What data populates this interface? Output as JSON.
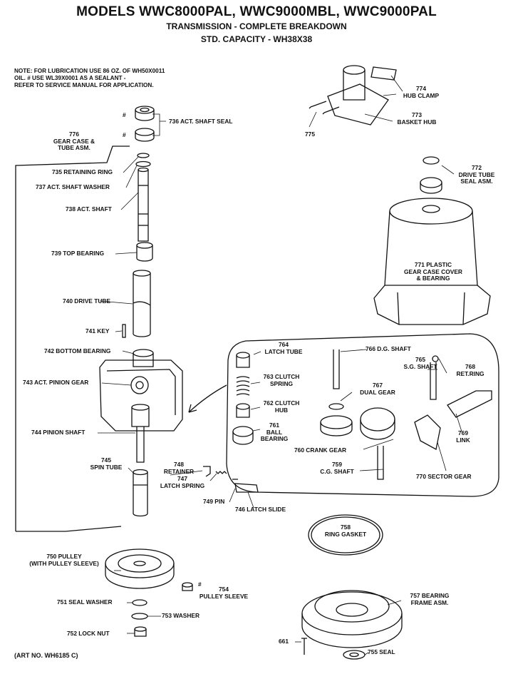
{
  "header": {
    "title": "MODELS WWC8000PAL, WWC9000MBL, WWC9000PAL",
    "subtitle": "TRANSMISSION - COMPLETE BREAKDOWN",
    "capacity": "STD. CAPACITY - WH38X38"
  },
  "note": {
    "line1": "NOTE: FOR LUBRICATION USE 86 OZ. OF WH50X0011",
    "line2": "OIL. # USE WL39X0001 AS A SEALANT -",
    "line3": "REFER TO SERVICE MANUAL FOR APPLICATION."
  },
  "hash_mark": "#",
  "parts": {
    "p736": "736 ACT. SHAFT SEAL",
    "p776a": "776",
    "p776b": "GEAR CASE &",
    "p776c": "TUBE ASM.",
    "p735": "735 RETAINING RING",
    "p737": "737  ACT. SHAFT WASHER",
    "p738": "738 ACT. SHAFT",
    "p739": "739 TOP BEARING",
    "p740": "740 DRIVE TUBE",
    "p741": "741 KEY",
    "p742": "742 BOTTOM BEARING",
    "p743": "743 ACT. PINION GEAR",
    "p744": "744 PINION SHAFT",
    "p745a": "745",
    "p745b": "SPIN TUBE",
    "p746": "746 LATCH SLIDE",
    "p747a": "747",
    "p747b": "LATCH SPRING",
    "p748a": "748",
    "p748b": "RETAINER",
    "p749": "749 PIN",
    "p750a": "750 PULLEY",
    "p750b": "(WITH PULLEY SLEEVE)",
    "p751": "751 SEAL WASHER",
    "p752": "752 LOCK NUT",
    "p753": "753 WASHER",
    "p754a": "754",
    "p754b": "PULLEY SLEEVE",
    "p774a": "774",
    "p774b": "HUB CLAMP",
    "p773a": "773",
    "p773b": "BASKET HUB",
    "p775": "775",
    "p772a": "772",
    "p772b": "DRIVE TUBE",
    "p772c": "SEAL ASM.",
    "p771a": "771 PLASTIC",
    "p771b": "GEAR CASE COVER",
    "p771c": "& BEARING",
    "p764a": "764",
    "p764b": "LATCH TUBE",
    "p763a": "763 CLUTCH",
    "p763b": "SPRING",
    "p762a": "762 CLUTCH",
    "p762b": "HUB",
    "p761a": "761",
    "p761b": "BALL",
    "p761c": "BEARING",
    "p766": "766 D.G. SHAFT",
    "p767a": "767",
    "p767b": "DUAL GEAR",
    "p765a": "765",
    "p765b": "S.G. SHAFT",
    "p768a": "768",
    "p768b": "RET.RING",
    "p769a": "769",
    "p769b": "LINK",
    "p760": "760 CRANK GEAR",
    "p759a": "759",
    "p759b": "C.G. SHAFT",
    "p770": "770 SECTOR GEAR",
    "p758a": "758",
    "p758b": "RING GASKET",
    "p757a": "757 BEARING",
    "p757b": "FRAME ASM.",
    "p661": "661",
    "p755": "755 SEAL"
  },
  "art_no": "(ART NO. WH6185 C)"
}
